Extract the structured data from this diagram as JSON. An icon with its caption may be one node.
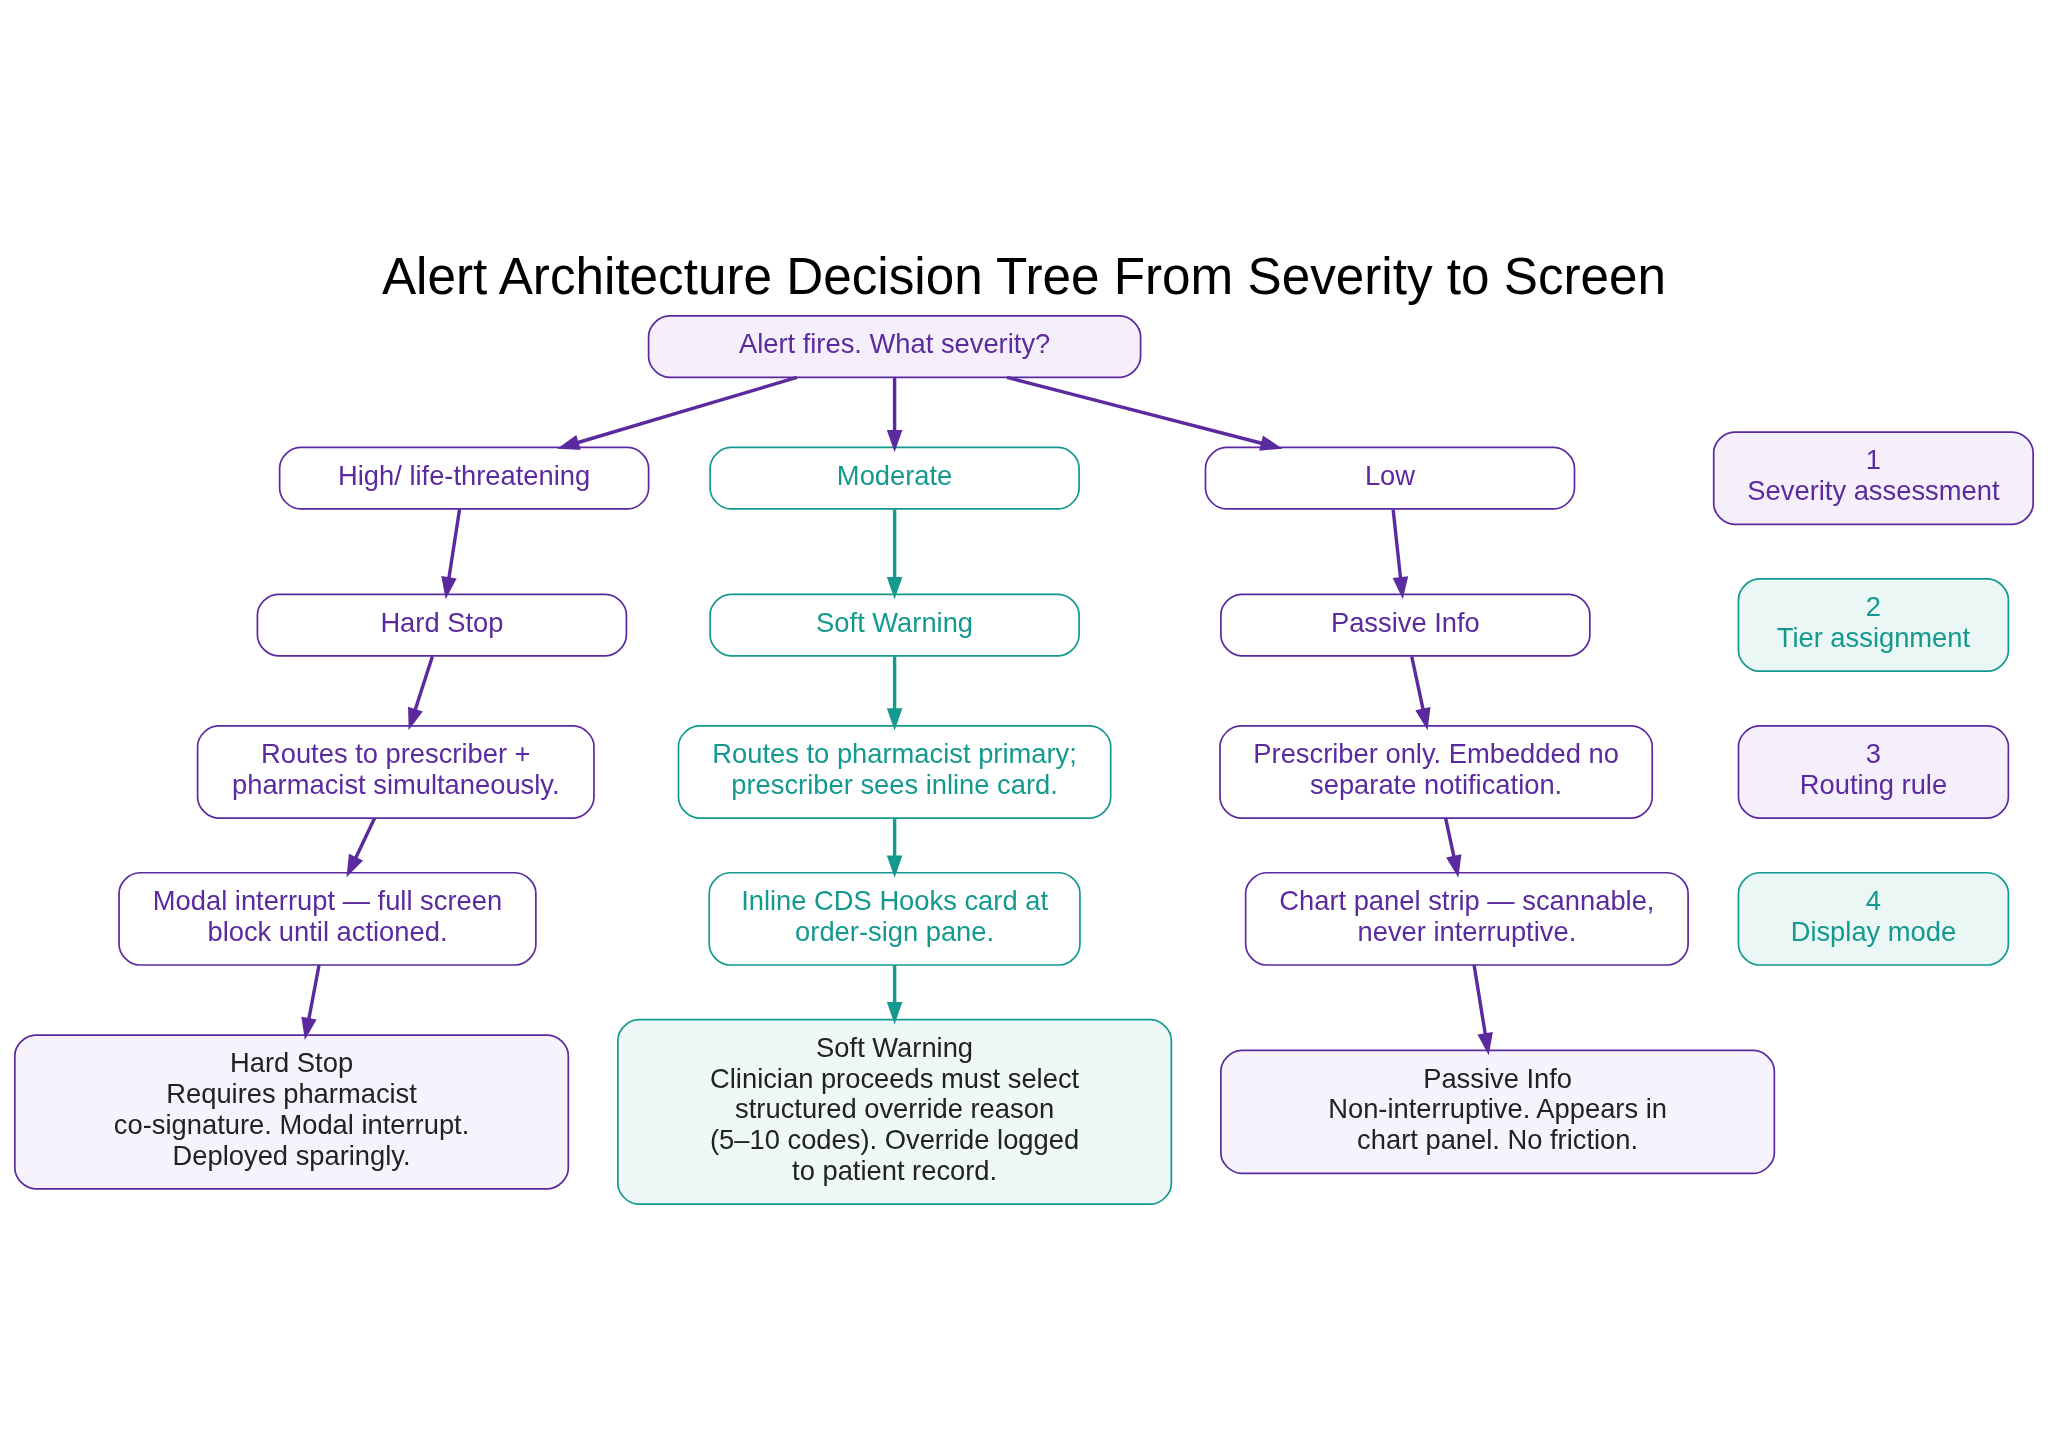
{
  "diagram": {
    "title": "Alert Architecture Decision Tree From Severity to Screen",
    "nodes": [
      {
        "text": [
          "Alert fires. What severity?"
        ]
      },
      {
        "text": [
          "1",
          "Severity assessment"
        ]
      },
      {
        "text": [
          "High/ life-threatening"
        ]
      },
      {
        "text": [
          "Moderate"
        ]
      },
      {
        "text": [
          "Low"
        ]
      },
      {
        "text": [
          "2",
          "Tier assignment"
        ]
      },
      {
        "text": [
          "Hard Stop"
        ]
      },
      {
        "text": [
          "Soft Warning"
        ]
      },
      {
        "text": [
          "Passive Info"
        ]
      },
      {
        "text": [
          "3",
          "Routing rule"
        ]
      },
      {
        "text": [
          "Routes to prescriber + pharmacist simultaneously."
        ]
      },
      {
        "text": [
          "Routes to pharmacist primary; prescriber sees inline card."
        ]
      },
      {
        "text": [
          "Prescriber only. Embedded no separate notification."
        ]
      },
      {
        "text": [
          "4",
          "Display mode"
        ]
      },
      {
        "text": [
          "Modal interrupt — full screen block until actioned."
        ]
      },
      {
        "text": [
          "Inline CDS Hooks card at order-sign pane."
        ]
      },
      {
        "text": [
          "Chart panel strip — scannable, never interruptive."
        ]
      },
      {
        "text": [
          "Hard Stop",
          "Requires pharmacist co-signature. Modal interrupt. Deployed sparingly."
        ]
      },
      {
        "text": [
          "Soft Warning",
          "Clinician proceeds must select structured override reason (5–10 codes). Override logged to patient record."
        ]
      },
      {
        "text": [
          "Passive Info",
          "Non-interruptive. Appears in chart panel. No friction."
        ]
      }
    ],
    "edges": [
      {
        "from": 0,
        "to": 2,
        "arrow": "to"
      },
      {
        "from": 0,
        "to": 3,
        "arrow": "to"
      },
      {
        "from": 0,
        "to": 4,
        "arrow": "to"
      },
      {
        "from": 2,
        "to": 6,
        "arrow": "to"
      },
      {
        "from": 3,
        "to": 7,
        "arrow": "to",
        "color": "#14998f"
      },
      {
        "from": 4,
        "to": 8,
        "arrow": "to"
      },
      {
        "from": 6,
        "to": 10,
        "arrow": "to"
      },
      {
        "from": 7,
        "to": 11,
        "arrow": "to",
        "color": "#14998f"
      },
      {
        "from": 8,
        "to": 12,
        "arrow": "to"
      },
      {
        "from": 10,
        "to": 14,
        "arrow": "to"
      },
      {
        "from": 11,
        "to": 15,
        "arrow": "to",
        "color": "#14998f"
      },
      {
        "from": 12,
        "to": 16,
        "arrow": "to"
      },
      {
        "from": 14,
        "to": 17,
        "arrow": "to"
      },
      {
        "from": 15,
        "to": 18,
        "arrow": "to",
        "color": "#14998f"
      },
      {
        "from": 16,
        "to": 19,
        "arrow": "to"
      }
    ]
  }
}
